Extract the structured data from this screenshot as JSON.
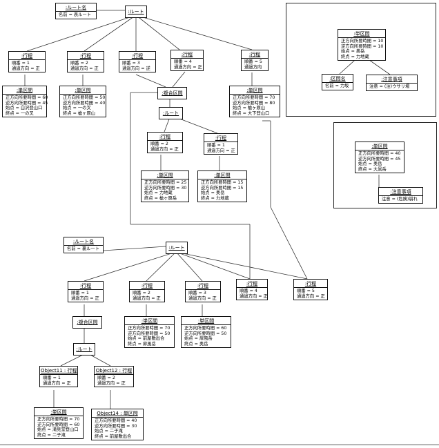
{
  "nodes": {
    "n1": {
      "title": ":ルート名",
      "attrs": [
        "名前 = 表ルート"
      ]
    },
    "n2": {
      "title": ":ルート",
      "attrs": []
    },
    "n3": {
      "title": ":行程",
      "attrs": [
        "順番 = 1",
        "通過方向 = 正"
      ]
    },
    "n4": {
      "title": ":行程",
      "attrs": [
        "順番 = 2",
        "通過方向 = 正"
      ]
    },
    "n5": {
      "title": ":行程",
      "attrs": [
        "順番 = 3",
        "通過方向 = 逆"
      ]
    },
    "n6": {
      "title": ":行程",
      "attrs": [
        "順番 = 4",
        "通過方向 = 正"
      ]
    },
    "n7": {
      "title": ":行程",
      "attrs": [
        "順番 = 5",
        "通過方向"
      ]
    },
    "n8": {
      "title": ":単区間",
      "attrs": [
        "正方向所要時間 = 60",
        "逆方向所要時間 = 45",
        "始点 = 白沢登山口",
        "終点 = 一の叉"
      ]
    },
    "n9": {
      "title": ":単区間",
      "attrs": [
        "正方向所要時間 = 50",
        "逆方向所要時間 = 40",
        "始点 = 一の叉",
        "終点 = 槍ヶ原山"
      ]
    },
    "n10": {
      "title": ":複合区間",
      "attrs": []
    },
    "n11": {
      "title": ":単区間",
      "attrs": [
        "正方向所要時間 = 70",
        "逆方向所要時間 = 80",
        "始点 = 槍ヶ原山",
        "終点 = 大下登山口"
      ]
    },
    "n12": {
      "title": ":ルート",
      "attrs": []
    },
    "n13": {
      "title": ":行程",
      "attrs": [
        "順番 = 2",
        "通過方向 = 正"
      ]
    },
    "n14": {
      "title": ":行程",
      "attrs": [
        "順番 = 1",
        "通過方向 = 正"
      ]
    },
    "n15": {
      "title": ":単区間",
      "attrs": [
        "正方向所要時間 = 25",
        "逆方向所要時間 = 30",
        "始点 = 力地蔵",
        "終点 = 槍ヶ原岳"
      ]
    },
    "n16": {
      "title": ":単区間",
      "attrs": [
        "正方向所要時間 = 15",
        "逆方向所要時間 = 15",
        "始点 = 奥岳",
        "終点 = 力地蔵"
      ]
    },
    "n17": {
      "title": ":単区間",
      "attrs": [
        "正方向所要時間 = 10",
        "逆方向所要時間 = 10",
        "始点 = 奥岳",
        "終点 = 力地蔵"
      ]
    },
    "n18": {
      "title": ":区間名",
      "attrs": [
        "名前 = 力坂"
      ]
    },
    "n19": {
      "title": ":注意事項",
      "attrs": [
        "注意 = (注)ウサリ場"
      ]
    },
    "n20": {
      "title": ":単区間",
      "attrs": [
        "正方向所要時間 = 40",
        "逆方向所要時間 = 45",
        "始点 = 奥岳",
        "終点 = 大黒岳"
      ]
    },
    "n21": {
      "title": ":注意事項",
      "attrs": [
        "注意 = (危険)崩れ"
      ]
    },
    "n22": {
      "title": ":ルート名",
      "attrs": [
        "名前 = 裏ルート"
      ]
    },
    "n23": {
      "title": ":ルート",
      "attrs": []
    },
    "n24": {
      "title": ":行程",
      "attrs": [
        "順番 = 1",
        "通過方向 = 正"
      ]
    },
    "n25": {
      "title": ":行程",
      "attrs": [
        "順番 = 2",
        "通過方向 = 正"
      ]
    },
    "n26": {
      "title": ":行程",
      "attrs": [
        "順番 = 3",
        "通過方向 = 正"
      ]
    },
    "n27": {
      "title": ":行程",
      "attrs": [
        "順番 = 4",
        "通過方向 = 正"
      ]
    },
    "n28": {
      "title": ":行程",
      "attrs": [
        "順番 = 5",
        "通過方向 = 正"
      ]
    },
    "n29": {
      "title": ":単区間",
      "attrs": [
        "正方向所要時間 = 70",
        "逆方向所要時間 = 50",
        "始点 = 前屋敷出合",
        "終点 = 扉風岳"
      ]
    },
    "n30": {
      "title": ":単区間",
      "attrs": [
        "正方向所要時間 = 60",
        "逆方向所要時間 = 50",
        "始点 = 扉風岳",
        "終点 = 奥岳"
      ]
    },
    "n31": {
      "title": ":複合区間",
      "attrs": []
    },
    "n32": {
      "title": ":ルート",
      "attrs": []
    },
    "n33": {
      "title": "Object11 : 行程",
      "attrs": [
        "順番 = 1",
        "通過方向 = 正"
      ]
    },
    "n34": {
      "title": "Object12 : 行程",
      "attrs": [
        "順番 = 2",
        "通過方向 = 正"
      ]
    },
    "n35": {
      "title": ":単区間",
      "attrs": [
        "正方向所要時間 = 70",
        "逆方向所要時間 = 60",
        "始点 = 滝見堂登山口",
        "終点 = 二子滝"
      ]
    },
    "n36": {
      "title": "Object14 : 単区間",
      "attrs": [
        "正方向所要時間 = 40",
        "逆方向所要時間 = 30",
        "始点 = 二子滝",
        "終点 = 前屋敷出合"
      ]
    }
  }
}
